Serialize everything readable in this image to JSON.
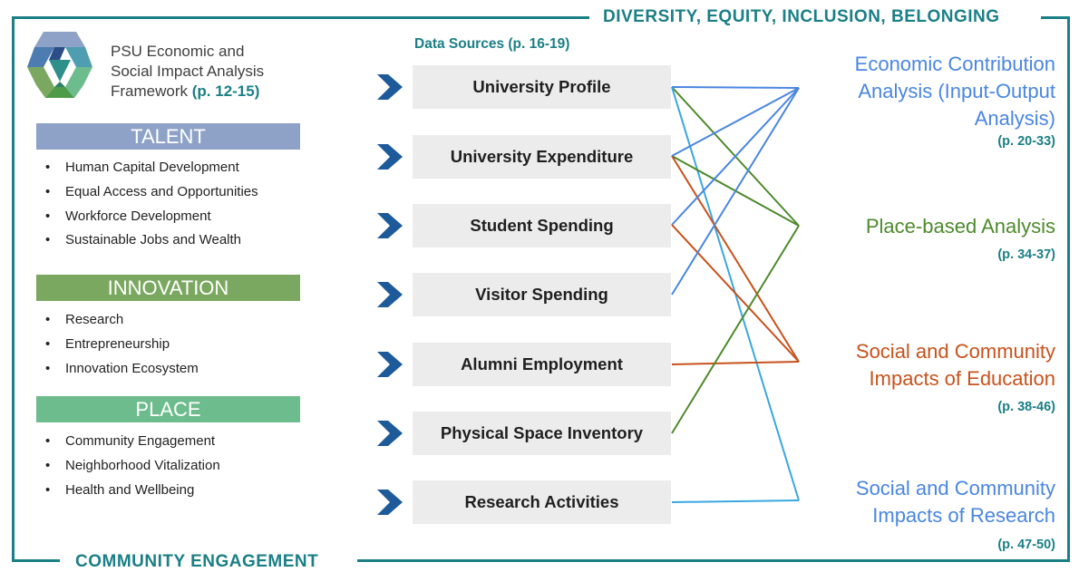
{
  "banners": {
    "top": "DIVERSITY, EQUITY, INCLUSION, BELONGING",
    "bottom": "COMMUNITY ENGAGEMENT"
  },
  "framework": {
    "title_line1": "PSU Economic and",
    "title_line2": "Social Impact Analysis",
    "title_line3": "Framework",
    "pages": "(p. 12-15)"
  },
  "categories": [
    {
      "label": "TALENT",
      "color": "#8da2c6",
      "items": [
        "Human Capital Development",
        "Equal Access and Opportunities",
        "Workforce Development",
        "Sustainable Jobs and Wealth"
      ]
    },
    {
      "label": "INNOVATION",
      "color": "#7ba861",
      "items": [
        "Research",
        "Entrepreneurship",
        "Innovation Ecosystem"
      ]
    },
    {
      "label": "PLACE",
      "color": "#6dbc8d",
      "items": [
        "Community Engagement",
        "Neighborhood Vitalization",
        "Health and Wellbeing"
      ]
    }
  ],
  "data_sources": {
    "title": "Data Sources (p. 16-19)",
    "items": [
      "University Profile",
      "University Expenditure",
      "Student Spending",
      "Visitor Spending",
      "Alumni Employment",
      "Physical Space Inventory",
      "Research Activities"
    ]
  },
  "analyses": [
    {
      "lines": [
        "Economic Contribution",
        "Analysis (Input-Output",
        "Analysis)"
      ],
      "pages": "(p. 20-33)",
      "color": "#4a86e0"
    },
    {
      "lines": [
        "Place-based Analysis"
      ],
      "pages": "(p. 34-37)",
      "color": "#4e8a2c"
    },
    {
      "lines": [
        "Social and Community",
        "Impacts of Education"
      ],
      "pages": "(p. 38-46)",
      "color": "#c8521c"
    },
    {
      "lines": [
        "Social and Community",
        "Impacts of Research"
      ],
      "pages": "(p. 47-50)",
      "color": "#4a86e0"
    }
  ],
  "links": [
    {
      "source": 0,
      "target": 1,
      "color": "#4e8a2c"
    },
    {
      "source": 0,
      "target": 0,
      "color": "#4a86e0"
    },
    {
      "source": 0,
      "target": 3,
      "color": "#3aa7e0"
    },
    {
      "source": 1,
      "target": 1,
      "color": "#4e8a2c"
    },
    {
      "source": 1,
      "target": 2,
      "color": "#c8521c"
    },
    {
      "source": 1,
      "target": 0,
      "color": "#4a86e0"
    },
    {
      "source": 2,
      "target": 0,
      "color": "#4a86e0"
    },
    {
      "source": 2,
      "target": 2,
      "color": "#c8521c"
    },
    {
      "source": 3,
      "target": 0,
      "color": "#4a86e0"
    },
    {
      "source": 4,
      "target": 2,
      "color": "#c8521c"
    },
    {
      "source": 5,
      "target": 1,
      "color": "#4e8a2c"
    },
    {
      "source": 6,
      "target": 3,
      "color": "#3aa7e0"
    }
  ],
  "colors": {
    "frame": "#1b7f86",
    "chevron": "#1d5a99",
    "box": "#ececec"
  },
  "icons": {
    "chevron": "chevron-right-icon",
    "logo": "hexagon-logo-icon"
  }
}
